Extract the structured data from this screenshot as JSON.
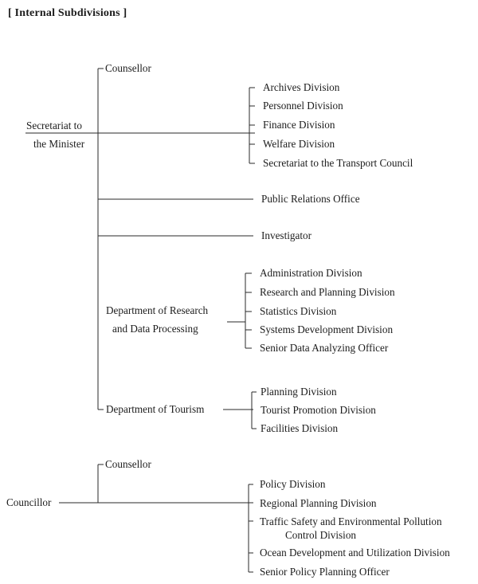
{
  "title": "[ Internal Subdivisions ]",
  "secretariat": {
    "label_line1": "Secretariat to",
    "label_line2": "the Minister",
    "counsellor": "Counsellor",
    "divisions": [
      "Archives Division",
      "Personnel Division",
      "Finance Division",
      "Welfare Division",
      "Secretariat to the Transport Council"
    ],
    "public_relations": "Public  Relations Office",
    "investigator": "Investigator"
  },
  "dept_research": {
    "label_line1": "Department of Research",
    "label_line2": "and Data Processing",
    "divisions": [
      "Administration Division",
      "Research and Planning Division",
      "Statistics Division",
      "Systems Development Division",
      "Senior Data Analyzing Officer"
    ]
  },
  "dept_tourism": {
    "label": "Department of Tourism",
    "divisions": [
      "Planning Division",
      "Tourist Promotion Division",
      "Facilities Division"
    ]
  },
  "councillor": {
    "label": "Councillor",
    "counsellor": "Counsellor",
    "divisions": [
      "Policy Division",
      "Regional Planning Division",
      "Traffic Safety and Environmental Pollution",
      "Control Division",
      "Ocean Development and Utilization Division",
      "Senior Policy Planning Officer"
    ]
  }
}
